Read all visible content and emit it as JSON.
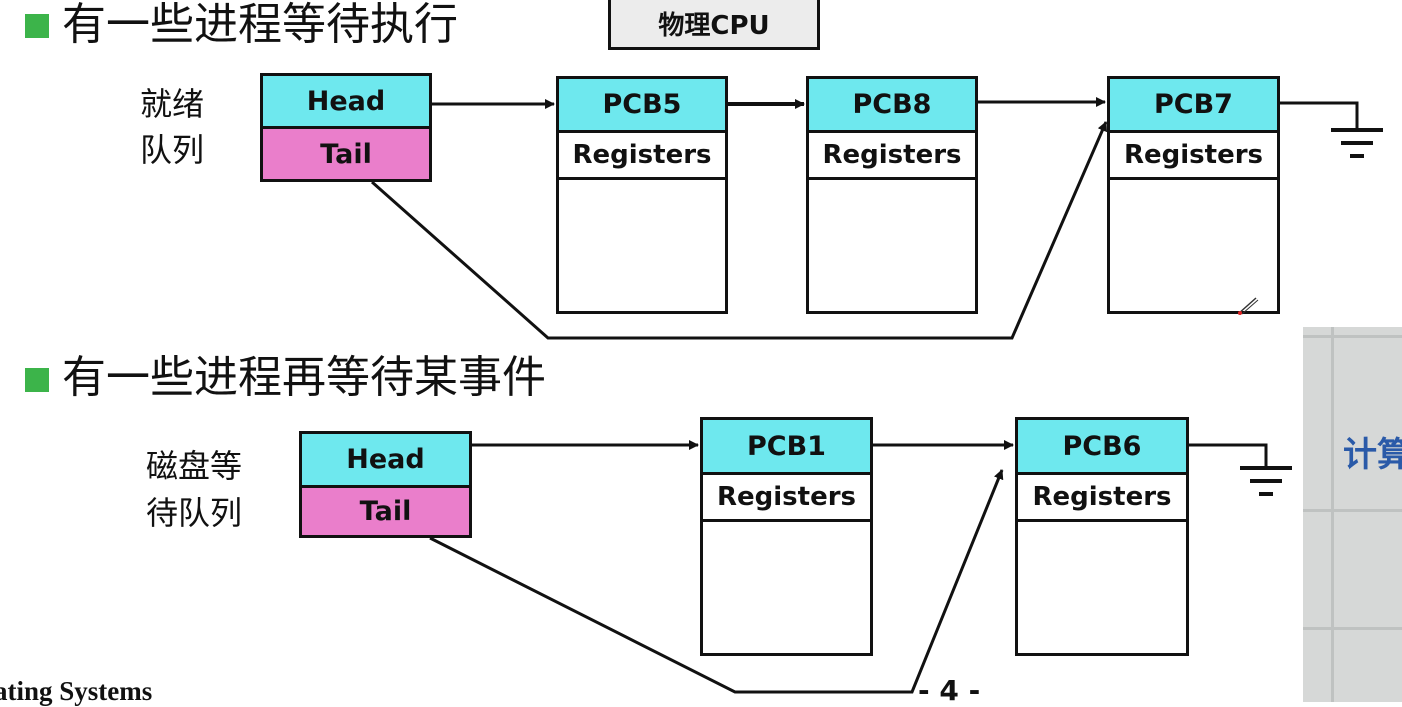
{
  "section1": {
    "bullet_text": "有一些进程等待执行"
  },
  "cpu_box": {
    "label": "物理CPU"
  },
  "ready_queue": {
    "label_line1": "就绪",
    "label_line2": "队列",
    "head": "Head",
    "tail": "Tail",
    "pcbs": [
      {
        "name": "PCB5",
        "registers": "Registers"
      },
      {
        "name": "PCB8",
        "registers": "Registers"
      },
      {
        "name": "PCB7",
        "registers": "Registers"
      }
    ]
  },
  "section2": {
    "bullet_text": "有一些进程再等待某事件"
  },
  "disk_queue": {
    "label_line1": "磁盘等",
    "label_line2": "待队列",
    "head": "Head",
    "tail": "Tail",
    "pcbs": [
      {
        "name": "PCB1",
        "registers": "Registers"
      },
      {
        "name": "PCB6",
        "registers": "Registers"
      }
    ]
  },
  "footer": {
    "course": "ating Systems",
    "page": "- 4 -"
  },
  "photo": {
    "text": "计算"
  },
  "colors": {
    "bullet": "#3cb44a",
    "head_fill": "#6ee8ee",
    "tail_fill": "#ea7ecb",
    "photo_text": "#2a5aa8"
  },
  "icons": [
    "ground-symbol-icon",
    "pen-cursor-icon",
    "arrow-head-icon"
  ]
}
